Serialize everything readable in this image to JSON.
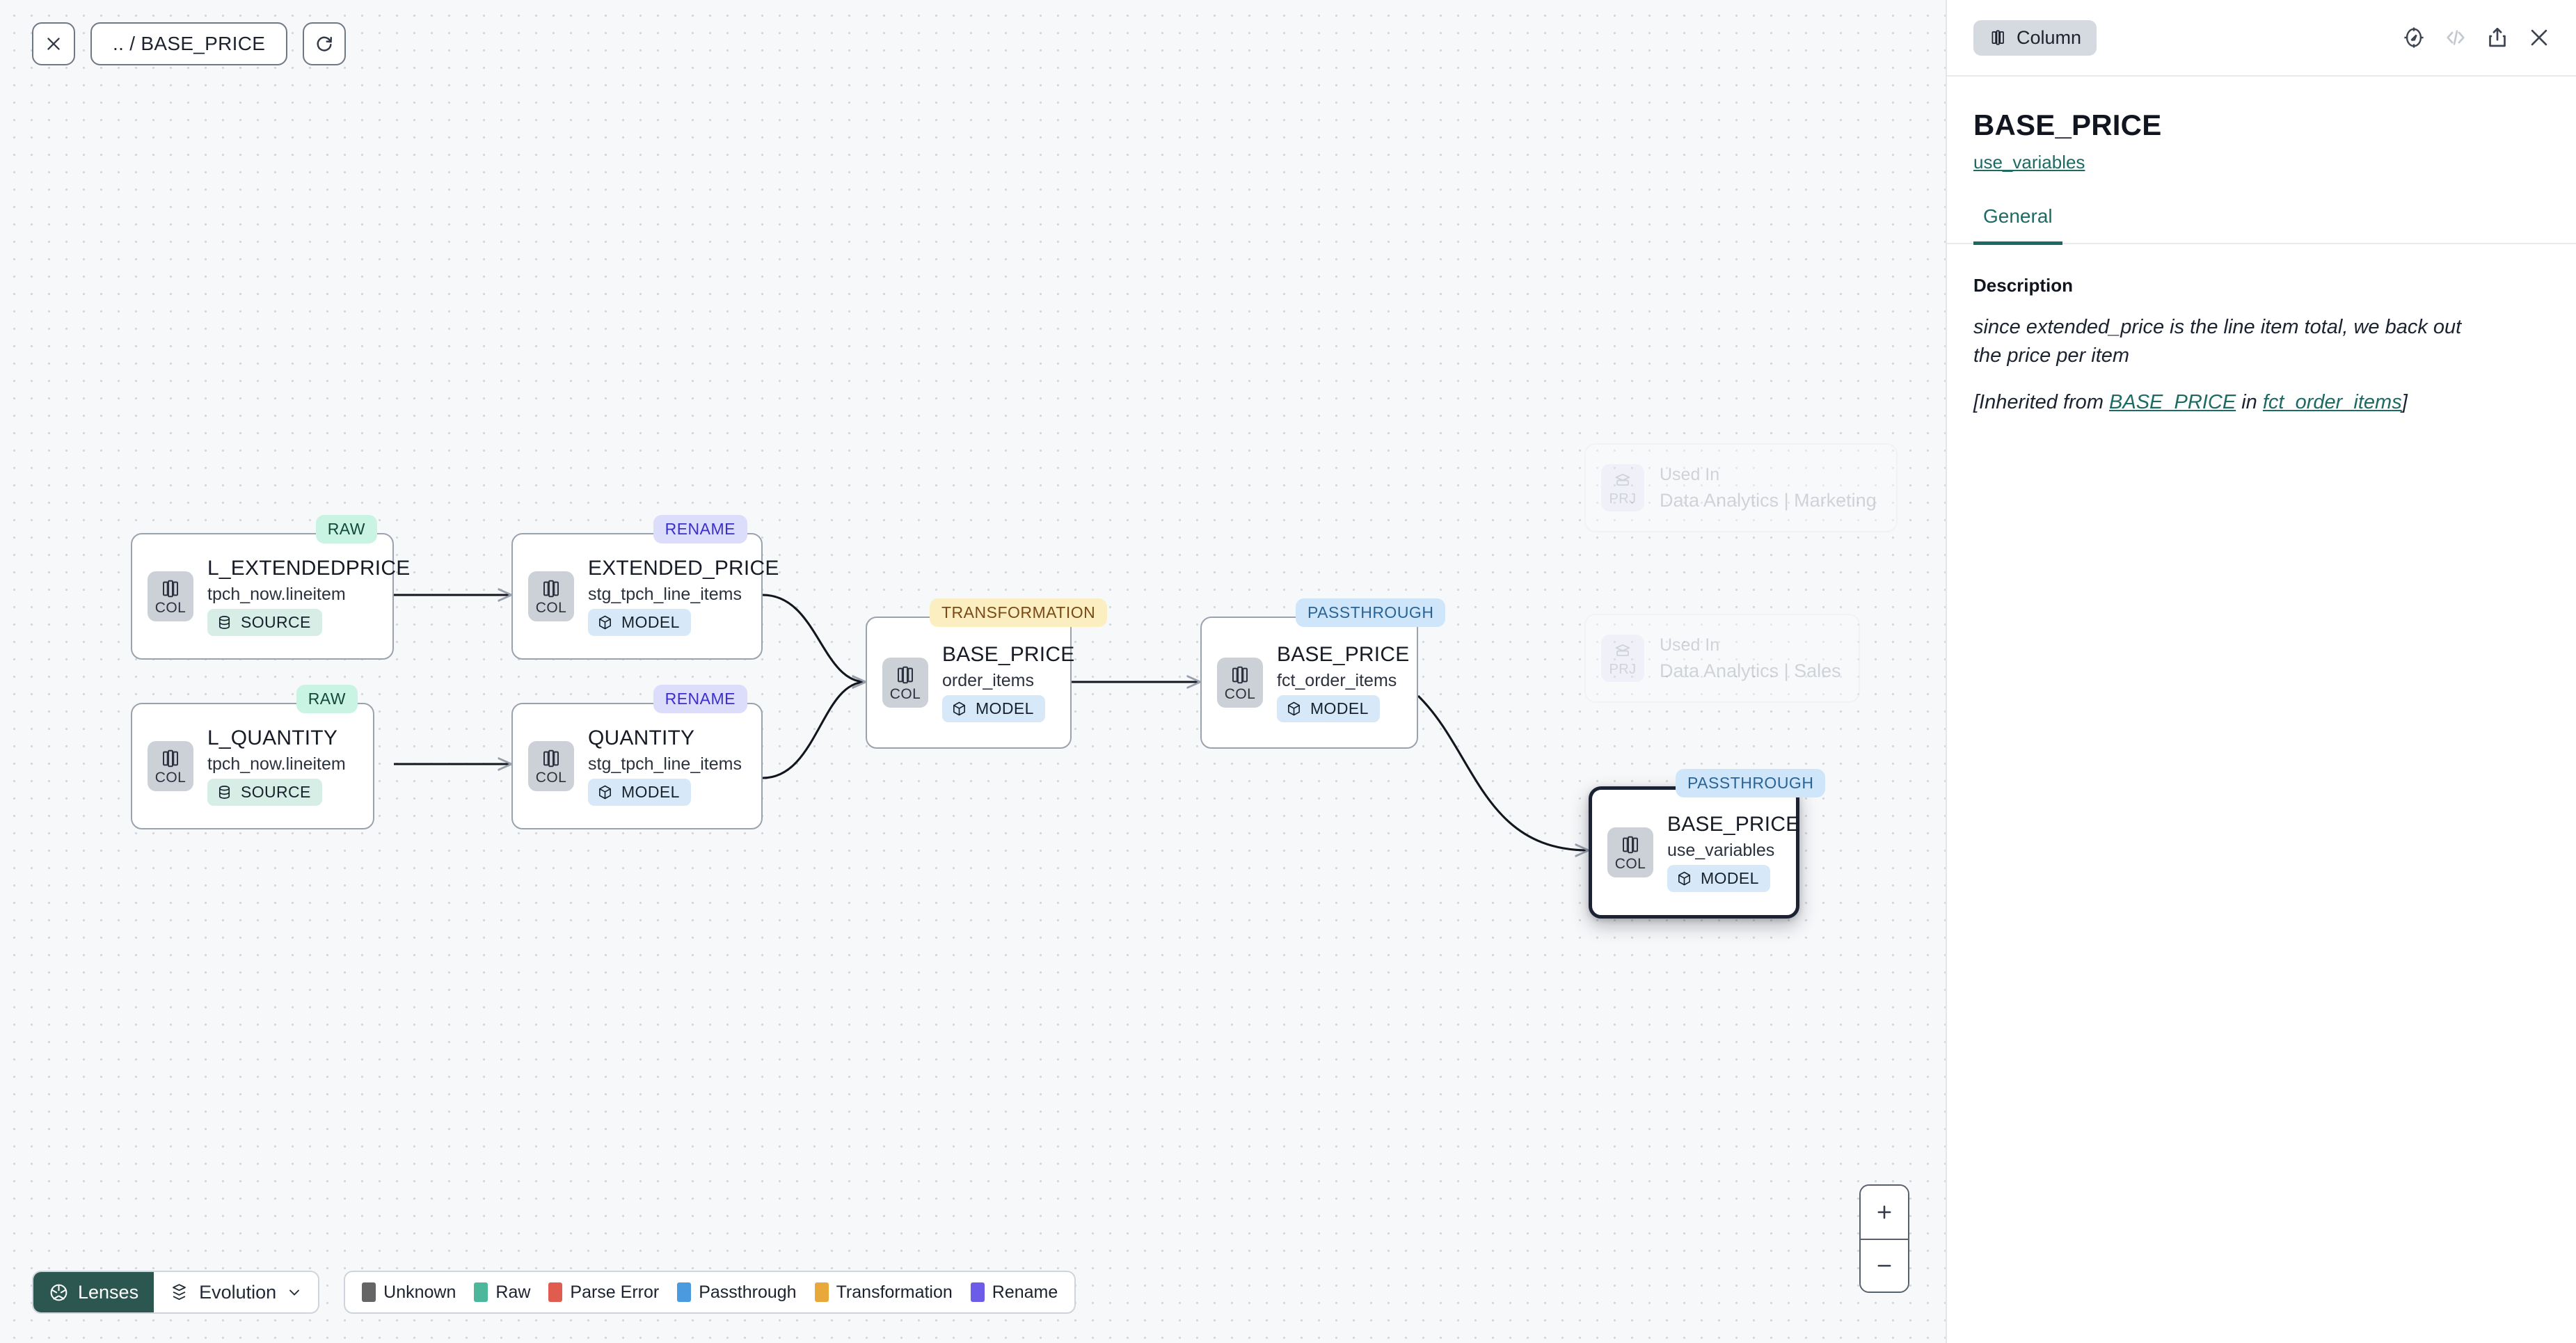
{
  "canvas": {
    "toolbar": {
      "close_label": "close-icon",
      "breadcrumb": ".. / BASE_PRICE",
      "refresh_label": "refresh-icon"
    },
    "nodes": [
      {
        "id": "l_extendedprice",
        "tag": "RAW",
        "tag_kind": "raw",
        "badge_label": "COL",
        "title": "L_EXTENDEDPRICE",
        "subtitle": "tpch_now.lineitem",
        "kind": "SOURCE",
        "kind_style": "source",
        "selected": false
      },
      {
        "id": "l_quantity",
        "tag": "RAW",
        "tag_kind": "raw",
        "badge_label": "COL",
        "title": "L_QUANTITY",
        "subtitle": "tpch_now.lineitem",
        "kind": "SOURCE",
        "kind_style": "source",
        "selected": false
      },
      {
        "id": "extended_price",
        "tag": "RENAME",
        "tag_kind": "rename",
        "badge_label": "COL",
        "title": "EXTENDED_PRICE",
        "subtitle": "stg_tpch_line_items",
        "kind": "MODEL",
        "kind_style": "model",
        "selected": false
      },
      {
        "id": "quantity",
        "tag": "RENAME",
        "tag_kind": "rename",
        "badge_label": "COL",
        "title": "QUANTITY",
        "subtitle": "stg_tpch_line_items",
        "kind": "MODEL",
        "kind_style": "model",
        "selected": false
      },
      {
        "id": "base_price_order_items",
        "tag": "TRANSFORMATION",
        "tag_kind": "transformation",
        "badge_label": "COL",
        "title": "BASE_PRICE",
        "subtitle": "order_items",
        "kind": "MODEL",
        "kind_style": "model",
        "selected": false
      },
      {
        "id": "base_price_fct_order_items",
        "tag": "PASSTHROUGH",
        "tag_kind": "passthrough",
        "badge_label": "COL",
        "title": "BASE_PRICE",
        "subtitle": "fct_order_items",
        "kind": "MODEL",
        "kind_style": "model",
        "selected": false
      },
      {
        "id": "base_price_use_variables",
        "tag": "PASSTHROUGH",
        "tag_kind": "passthrough",
        "badge_label": "COL",
        "title": "BASE_PRICE",
        "subtitle": "use_variables",
        "kind": "MODEL",
        "kind_style": "model",
        "selected": true
      }
    ],
    "used_in": [
      {
        "badge_label": "PRJ",
        "key": "Used In",
        "value": "Data Analytics | Marketing"
      },
      {
        "badge_label": "PRJ",
        "key": "Used In",
        "value": "Data Analytics | Sales"
      }
    ],
    "zoom_controls": {
      "zoom_in": "+",
      "zoom_out": "−"
    },
    "bottom": {
      "lenses_label": "Lenses",
      "evolution_label": "Evolution",
      "legend": [
        {
          "label": "Unknown",
          "color": "#656565"
        },
        {
          "label": "Raw",
          "color": "#4cb79a"
        },
        {
          "label": "Parse Error",
          "color": "#e05c4f"
        },
        {
          "label": "Passthrough",
          "color": "#4a9ae0"
        },
        {
          "label": "Transformation",
          "color": "#e8a93a"
        },
        {
          "label": "Rename",
          "color": "#6c5ce7"
        }
      ]
    }
  },
  "panel": {
    "chip_label": "Column",
    "icons": {
      "explore": "compass-icon",
      "code": "code-icon",
      "share": "share-icon",
      "close": "close-icon"
    },
    "title": "BASE_PRICE",
    "subtitle_link": "use_variables",
    "tabs": [
      {
        "label": "General",
        "active": true
      }
    ],
    "description_label": "Description",
    "description_text": "since extended_price is the line item total, we back out the price per item",
    "inherited": {
      "prefix": "[Inherited from ",
      "column_link": "BASE_PRICE",
      "middle": " in ",
      "model_link": "fct_order_items",
      "suffix": "]"
    }
  }
}
